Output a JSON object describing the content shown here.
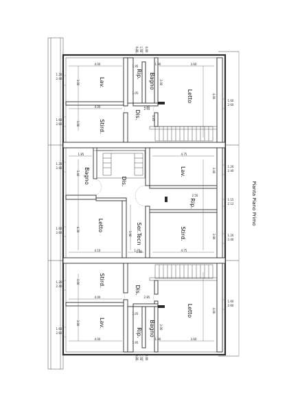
{
  "drawing": {
    "title": "Pianta Piano Primo"
  },
  "rooms": {
    "top_lav": "Lav.",
    "top_rip": "Rip.",
    "top_bagno": "Bagno",
    "top_letto": "Letto",
    "top_disimp": "Dis.",
    "top_stired": "Stird.",
    "mid_bagno": "Bagno",
    "mid_disimp": "Dis.",
    "mid_lav": "Lav.",
    "mid_rip": "Rip.",
    "mid_letto": "Letto",
    "mid_sertecn": "Ser.Tecn",
    "mid_stired": "Stird.",
    "bot_stired": "Stird.",
    "bot_disimp": "Dis.",
    "bot_letto": "Letto",
    "bot_lav": "Lav.",
    "bot_rip": "Rip.",
    "bot_bagno": "Bagno"
  },
  "dimensions": {
    "top_w_lav": "4.00",
    "top_w_letto": "3.60",
    "top_w_rip": "1.90",
    "top_w_stired": "4.00",
    "top_d_disimp": "2.85",
    "top_h_lav": "3.00",
    "top_h_stired": "3.00",
    "top_h_letto": "4.00",
    "top_rip_h": "1.05",
    "top_bagno_h": "2.00",
    "top_bagno_w": "1.95",
    "mid_w_bagno": "1.85",
    "mid_w_lav": "4.75",
    "mid_w_letto": "4.10",
    "mid_w_sertecn": "1.70",
    "mid_w_stired": "4.75",
    "mid_h_bagno": "3.40",
    "mid_h_lav": "3.40",
    "mid_h_letto": "4.30",
    "mid_h_stired": "3.90",
    "mid_h_sertecn": "3.90",
    "mid_rip_w": "2.50",
    "bot_w_stired": "4.00",
    "bot_d_disimp": "2.85",
    "bot_w_lav": "4.00",
    "bot_w_rip": "1.90",
    "bot_w_letto": "3.60",
    "bot_h_stired": "3.00",
    "bot_h_lav": "3.00",
    "bot_h_letto": "4.00",
    "bot_rip_h": "1.05",
    "bot_bagno_h": "2.00",
    "bot_bagno_w": "1.95",
    "win_h": "1.20",
    "win_sill": "2.40",
    "win_h2": "1.60",
    "win_sill2": "2.60",
    "win_w": "0.80",
    "door_h": "1.00",
    "dim_a": "1.15",
    "dim_b": "0.85",
    "dim_c": "2.95",
    "dim_d": "2.12",
    "dim_e": "1.80"
  }
}
